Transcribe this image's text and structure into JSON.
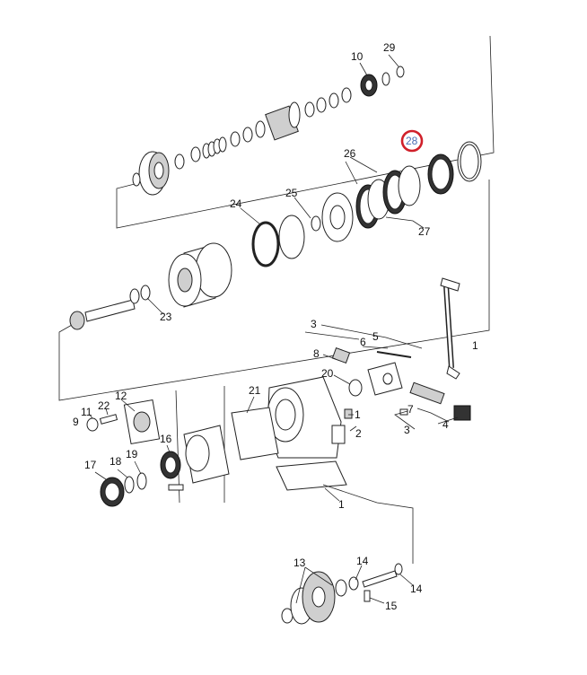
{
  "diagram": {
    "highlighted_part": "28",
    "callouts": [
      {
        "id": "c29",
        "text": "29"
      },
      {
        "id": "c10",
        "text": "10"
      },
      {
        "id": "c28",
        "text": "28"
      },
      {
        "id": "c26",
        "text": "26"
      },
      {
        "id": "c25",
        "text": "25"
      },
      {
        "id": "c24",
        "text": "24"
      },
      {
        "id": "c27",
        "text": "27"
      },
      {
        "id": "c23",
        "text": "23"
      },
      {
        "id": "c1a",
        "text": "1"
      },
      {
        "id": "c3a",
        "text": "3"
      },
      {
        "id": "c5",
        "text": "5"
      },
      {
        "id": "c6",
        "text": "6"
      },
      {
        "id": "c8",
        "text": "8"
      },
      {
        "id": "c20",
        "text": "20"
      },
      {
        "id": "c12",
        "text": "12"
      },
      {
        "id": "c22",
        "text": "22"
      },
      {
        "id": "c11",
        "text": "11"
      },
      {
        "id": "c9",
        "text": "9"
      },
      {
        "id": "c21",
        "text": "21"
      },
      {
        "id": "c1b",
        "text": "1"
      },
      {
        "id": "c2",
        "text": "2"
      },
      {
        "id": "c7",
        "text": "7"
      },
      {
        "id": "c3b",
        "text": "3"
      },
      {
        "id": "c4",
        "text": "4"
      },
      {
        "id": "c16",
        "text": "16"
      },
      {
        "id": "c17",
        "text": "17"
      },
      {
        "id": "c18",
        "text": "18"
      },
      {
        "id": "c19",
        "text": "19"
      },
      {
        "id": "c1c",
        "text": "1"
      },
      {
        "id": "c13",
        "text": "13"
      },
      {
        "id": "c14a",
        "text": "14"
      },
      {
        "id": "c14b",
        "text": "14"
      },
      {
        "id": "c15",
        "text": "15"
      }
    ]
  }
}
